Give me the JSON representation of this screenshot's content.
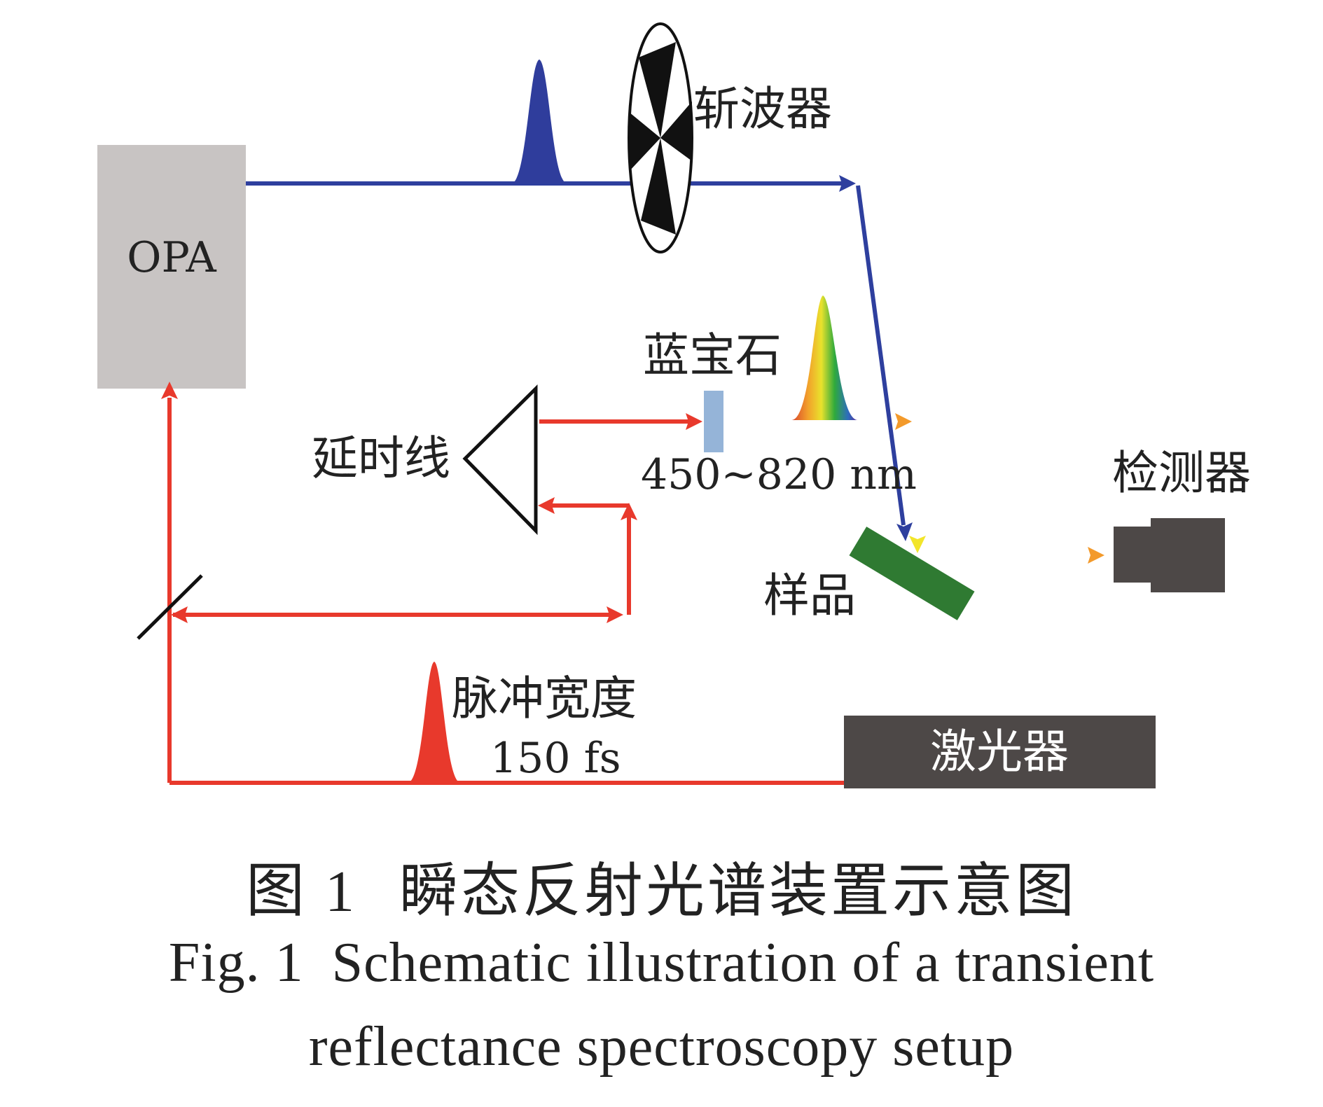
{
  "diagram": {
    "opa": "OPA",
    "chopper": "斩波器",
    "sapphire": "蓝宝石",
    "delay_line": "延时线",
    "wavelength_range": "450~820 nm",
    "sample": "样品",
    "detector": "检测器",
    "pulse_width_label": "脉冲宽度",
    "pulse_width_value": "150 fs",
    "laser": "激光器"
  },
  "caption": {
    "zh_num": "图 1",
    "zh_text": "瞬态反射光谱装置示意图",
    "en_num": "Fig. 1",
    "en_line1": "Schematic illustration of a transient",
    "en_line2": "reflectance spectroscopy setup"
  },
  "colors": {
    "pump_beam": "#2e3f9e",
    "probe_beam": "#e8392c",
    "opa_box": "#c8c4c3",
    "laser_box": "#4d4847",
    "detector": "#4d4847",
    "sample": "#2f7a32",
    "sapphire": "#95b4d8"
  }
}
